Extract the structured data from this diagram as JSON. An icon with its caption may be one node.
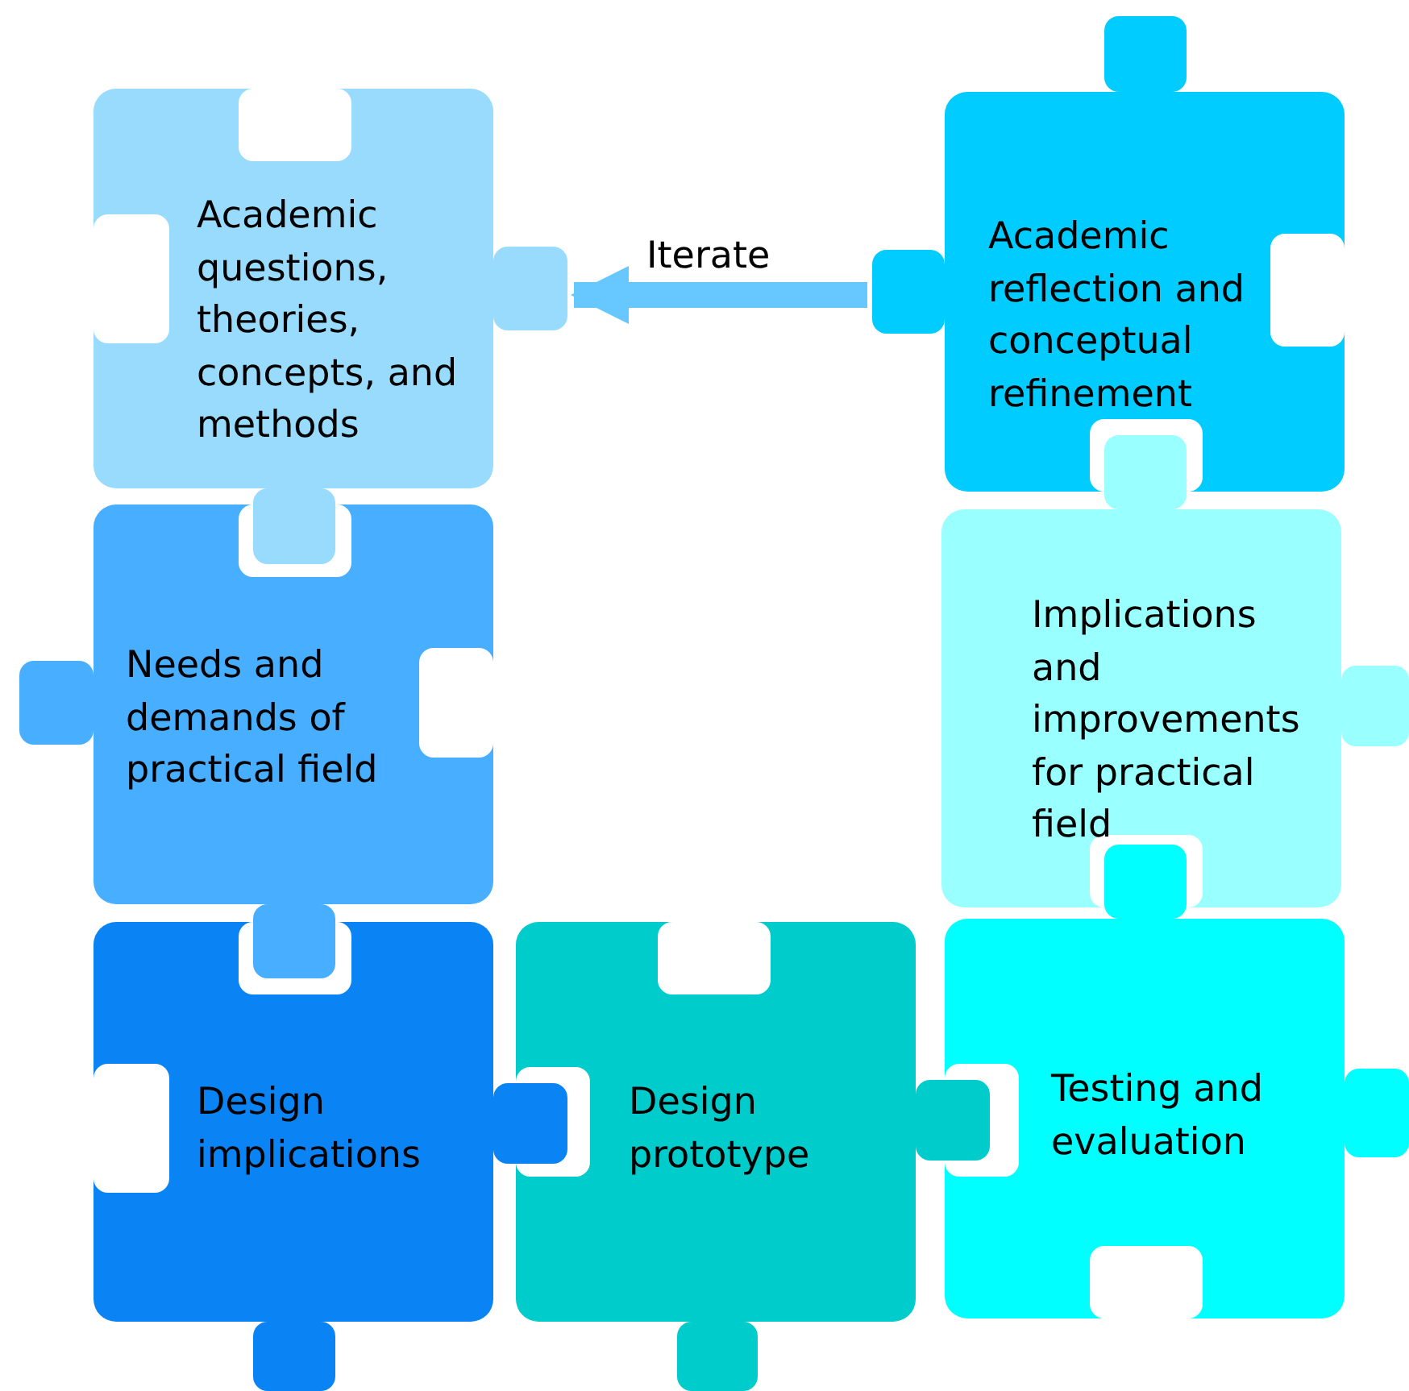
{
  "diagram": {
    "nodes": [
      {
        "text": [
          "Academic questions, theories, concepts, and methods"
        ]
      },
      {
        "text": [
          "Academic reflection and conceptual refinement"
        ]
      },
      {
        "text": [
          "Needs and demands of practical field"
        ]
      },
      {
        "text": [
          "Implications and improvements for practical field"
        ]
      },
      {
        "text": [
          "Design implications"
        ]
      },
      {
        "text": [
          "Design prototype"
        ]
      },
      {
        "text": [
          "Testing and evaluation"
        ]
      }
    ],
    "edges": [
      {
        "from": 1,
        "to": 0,
        "arrow": "to",
        "label": "Iterate"
      }
    ]
  }
}
